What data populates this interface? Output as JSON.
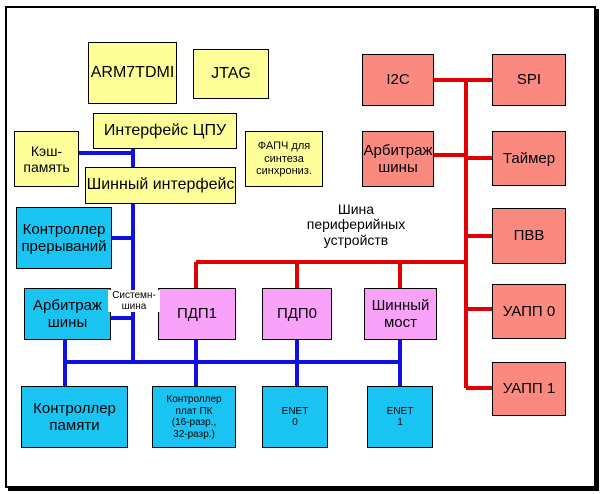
{
  "colors": {
    "system_bus": "#1010e0",
    "peripheral_bus": "#e00000",
    "yellow": "#ffff99",
    "cyan": "#19c3f2",
    "magenta": "#f9a2f9",
    "salmon": "#fa8a80"
  },
  "blocks": {
    "arm7tdmi": "ARM7TDMI",
    "jtag": "JTAG",
    "cpu_interface": "Интерфейс ЦПУ",
    "cache": "Кэш-\nпамять",
    "bus_interface": "Шинный интерфейс",
    "pll": "ФАПЧ для\nсинтеза\nсинхрониз.",
    "interrupt_controller": "Контроллер\nпрерываний",
    "bus_arbiter_left": "Арбитраж\nшины",
    "memory_controller": "Контроллер\nпамяти",
    "dma1": "ПДП1",
    "dma0": "ПДП0",
    "bus_bridge": "Шинный\nмост",
    "pc_card_controller": "Контроллер\nплат ПК\n(16-разр.,\n32-разр.)",
    "enet0": "ENET\n0",
    "enet1": "ENET\n1",
    "i2c": "I2C",
    "spi": "SPI",
    "bus_arbiter_right": "Арбитраж\nшины",
    "timer": "Таймер",
    "gpio": "ПВВ",
    "uart0": "УАПП 0",
    "uart1": "УАПП 1"
  },
  "labels": {
    "peripheral_bus": "Шина\nпериферийных\nустройств",
    "system_bus": "Системн-\nшина"
  }
}
